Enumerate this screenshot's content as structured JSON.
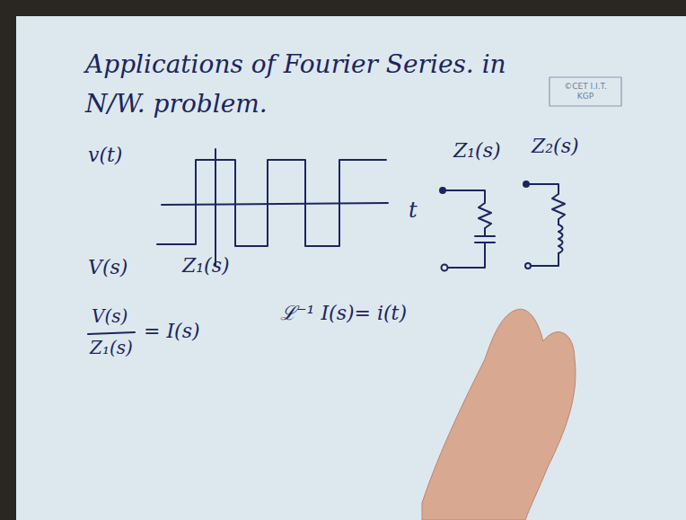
{
  "diagram": {
    "title": "Applications of Fourier Series. in N/W. problem.",
    "labels": [
      "©CET I.I.T. KGP",
      "v(t)",
      "t",
      "Z₁(s)",
      "Z₂(s)",
      "V(s)",
      "Z₁(s)",
      "V(s)",
      "Z₁(s)",
      "= I(s)",
      "ℒ⁻¹ I(s)= i(t)"
    ]
  }
}
